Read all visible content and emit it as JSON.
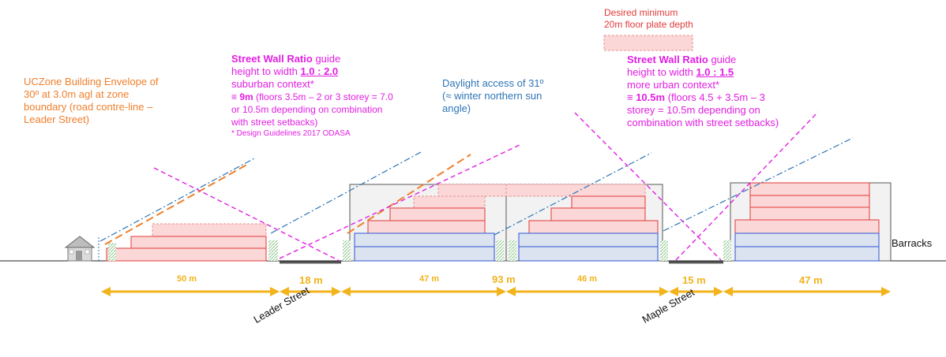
{
  "annotations": {
    "uczone": [
      "UCZone Building Envelope of",
      "30º at 3.0m agl at zone",
      "boundary (road contre-line –",
      "Leader Street)"
    ],
    "swr_left": {
      "title_bold": "Street Wall Ratio",
      "title_rest": " guide",
      "line2_pre": "height to width ",
      "ratio": "1.0 : 2.0",
      "line3": "suburban context*",
      "line4_pre": "≡ ",
      "height": "9m",
      "line4_rest": " (floors 3.5m – 2 or 3 storey = 7.0",
      "line5": "or 10.5m depending on combination",
      "line6": "with street setbacks)",
      "footnote": "* Design Guidelines 2017 ODASA"
    },
    "daylight": [
      "Daylight access of 31º",
      "(≈ winter northern sun",
      "angle)"
    ],
    "floorplate": [
      "Desired minimum",
      "20m floor plate depth"
    ],
    "swr_right": {
      "title_bold": "Street Wall Ratio",
      "title_rest": " guide",
      "line2_pre": "height to width ",
      "ratio": "1.0 : 1.5",
      "line3": "more urban context*",
      "line4_pre": "≡ ",
      "height": "10.5m",
      "line4_rest": " (floors 4.5 + 3.5m – 3",
      "line5": "storey = 10.5m depending on",
      "line6": "combination with street setbacks)"
    }
  },
  "labels": {
    "barracks": "Barracks"
  },
  "dimensions": [
    "50 m",
    "18 m",
    "47 m",
    "93 m",
    "46 m",
    "15 m",
    "47 m"
  ],
  "streets": {
    "leader": "Leader Street",
    "maple": "Maple Street"
  },
  "colors": {
    "orange": "#f07f2c",
    "magenta": "#e21ee2",
    "blue": "#2e75b6",
    "red_outline": "#e03a3a",
    "pink_fill": "#fbd7d7",
    "blue_fill": "#dbe3f1",
    "grey_fill": "#f2f2f2",
    "dimension_yellow": "#f2b31b",
    "hedge_green": "#8bc58b"
  },
  "icons": [
    "house-icon"
  ]
}
